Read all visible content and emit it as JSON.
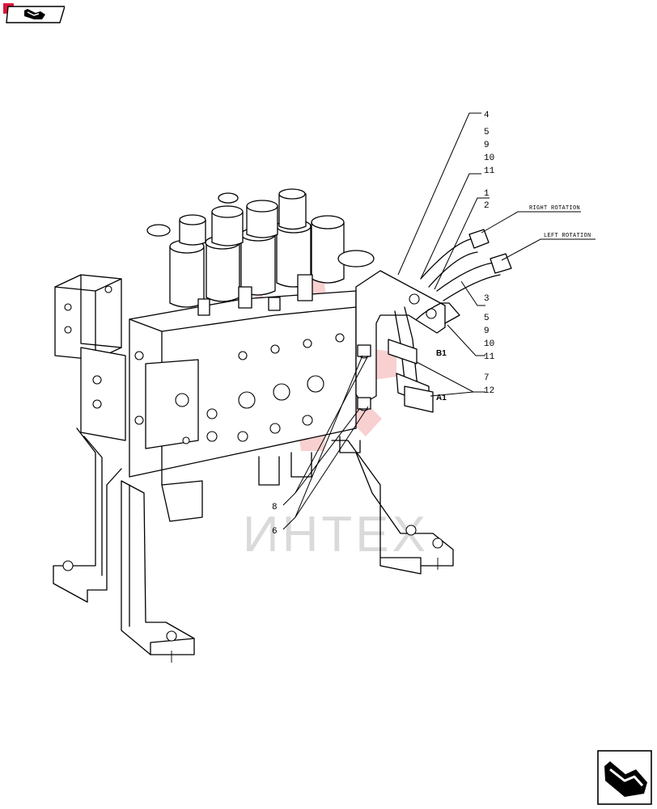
{
  "callouts": {
    "c4": "4",
    "c5a": "5",
    "c9a": "9",
    "c10a": "10",
    "c11a": "11",
    "c1": "1",
    "c2": "2",
    "c3": "3",
    "c5b": "5",
    "c9b": "9",
    "c10b": "10",
    "c11b": "11",
    "c7": "7",
    "c12": "12",
    "c8": "8",
    "c6": "6"
  },
  "labels": {
    "right_rotation": "RIGHT ROTATION",
    "left_rotation": "LEFT ROTATION"
  },
  "ports": {
    "b1": "B1",
    "a1": "A1"
  },
  "watermark": {
    "text": "ИНТЕХ",
    "color": "#e03030"
  },
  "nav": {
    "back_icon": "back-arrow-icon",
    "forward_icon": "forward-arrow-icon"
  }
}
